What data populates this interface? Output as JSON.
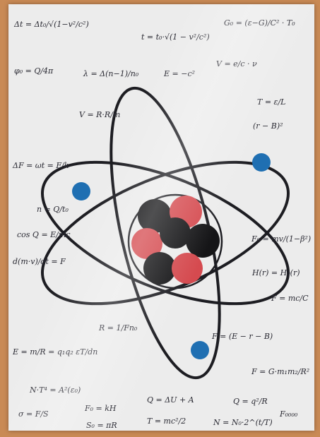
{
  "formulas": [
    {
      "id": "f1",
      "text": "Δt = Δt₀/√(1−v²/c²)"
    },
    {
      "id": "f2",
      "text": "t = t₀·√(1 − v²/c²)"
    },
    {
      "id": "f3",
      "text": "G₀ = (ε−G)/C² · T₀"
    },
    {
      "id": "f4",
      "text": "φ₀ = Q/4π"
    },
    {
      "id": "f5",
      "text": "λ = Δ(n−1)/n₀"
    },
    {
      "id": "f6",
      "text": "E = −c²"
    },
    {
      "id": "f7",
      "text": "V = e/c · ν"
    },
    {
      "id": "f8",
      "text": "V = R·R/m"
    },
    {
      "id": "f9",
      "text": "T = ε/L"
    },
    {
      "id": "f10",
      "text": "(r − B)²"
    },
    {
      "id": "f11",
      "text": "ΔF = ωt = F/k"
    },
    {
      "id": "f12",
      "text": "n = Q/t₀"
    },
    {
      "id": "f13",
      "text": "cos Q = E/mc"
    },
    {
      "id": "f14",
      "text": "d(m·v)/dt = F"
    },
    {
      "id": "f15",
      "text": "F₀ = mv/(1−β²)"
    },
    {
      "id": "f16",
      "text": "H(r) = H₀(r)"
    },
    {
      "id": "f17",
      "text": "F = mc/C"
    },
    {
      "id": "f18",
      "text": "R = 1/Fn₀"
    },
    {
      "id": "f19",
      "text": "F = (E − r − B)"
    },
    {
      "id": "f20",
      "text": "E = m/R = q₁q₂ εT/dn"
    },
    {
      "id": "f21",
      "text": "F = G·m₁m₂/R²"
    },
    {
      "id": "f22",
      "text": "N·T⁴ = A²(ε₀)"
    },
    {
      "id": "f23",
      "text": "Q = ΔU + A"
    },
    {
      "id": "f24",
      "text": "Q = q²/R"
    },
    {
      "id": "f25",
      "text": "F₀ = kH"
    },
    {
      "id": "f26",
      "text": "F₀₀₀₀"
    },
    {
      "id": "f27",
      "text": "σ = F/S"
    },
    {
      "id": "f28",
      "text": "T = mc²/2"
    },
    {
      "id": "f29",
      "text": "N = N₀·2^(t/T)"
    },
    {
      "id": "f30",
      "text": "S₀ = πR"
    }
  ],
  "colors": {
    "frame": "#c98a55",
    "paper": "#ececec",
    "ink": "#2a2a33",
    "proton": "#d54a4f",
    "neutron": "#151517",
    "electron": "#1f6fb2"
  }
}
